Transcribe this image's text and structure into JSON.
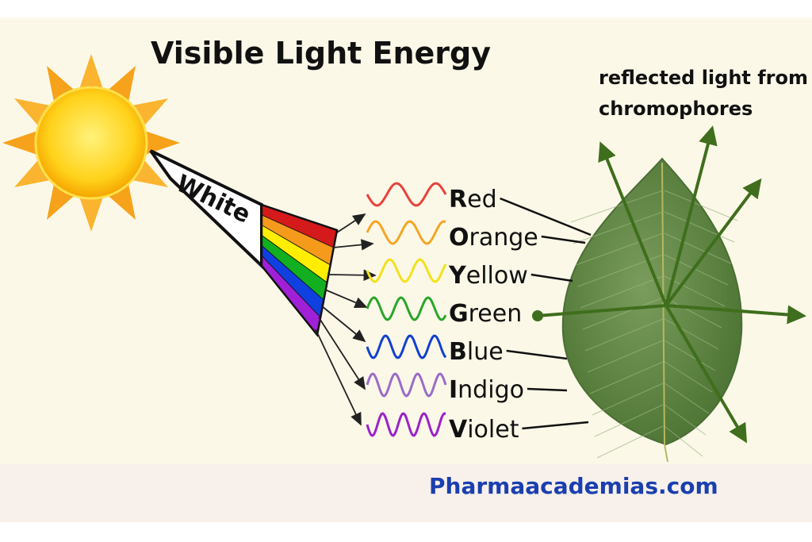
{
  "title": "Visible Light Energy",
  "white_label": "White",
  "reflected_label": [
    "reflected light from",
    "chromophores"
  ],
  "colors": [
    {
      "initial": "R",
      "rest": "ed",
      "hex": "#e8423a"
    },
    {
      "initial": "O",
      "rest": "range",
      "hex": "#f5a623"
    },
    {
      "initial": "Y",
      "rest": "ellow",
      "hex": "#f2e21a"
    },
    {
      "initial": "G",
      "rest": "reen",
      "hex": "#2aa52a"
    },
    {
      "initial": "B",
      "rest": "lue",
      "hex": "#1240d0"
    },
    {
      "initial": "I",
      "rest": "ndigo",
      "hex": "#9b6cc8"
    },
    {
      "initial": "V",
      "rest": "iolet",
      "hex": "#9a22c8"
    }
  ],
  "footer": "Pharmaacademias.com",
  "palette": {
    "background": "#fbf8e8",
    "footer_band": "#f8f0ea",
    "footer_text": "#1a3fb0",
    "arrow_green": "#3f6e1c",
    "leaf": "#5f8a45"
  }
}
